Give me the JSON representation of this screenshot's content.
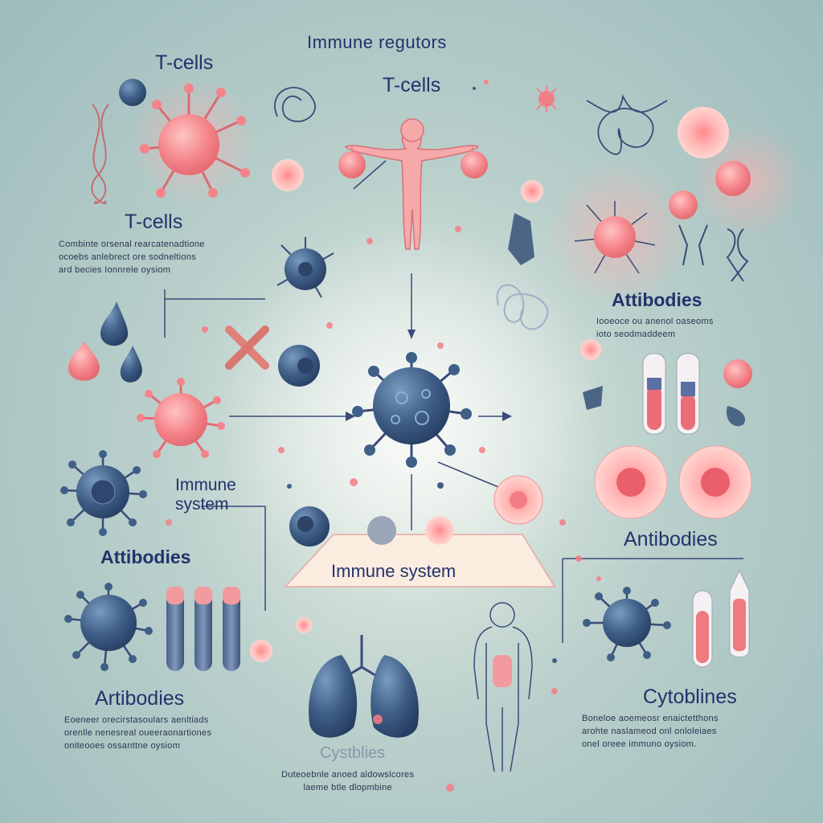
{
  "title": "Immune regutors",
  "labels": {
    "tcells_top_left": "T-cells",
    "tcells_top_center": "T-cells",
    "tcells_left": "T-cells",
    "immune_system_left": "Immune\nsystem",
    "attibodies_left": "Attibodies",
    "artibodies_bottom_left": "Artibodies",
    "attibodies_right": "Attibodies",
    "antibodies_right": "Antibodies",
    "cytoblines_right": "Cytoblines",
    "immune_system_center": "Immune system",
    "cytoblies_bottom_center": "Cystblies"
  },
  "descriptions": {
    "tcells_left": [
      "Combinte orsenal rearcatenadtione",
      "ocoebs anlebrect ore sodneltions",
      "ard becies Ionnrele oysiom"
    ],
    "attibodies_right": [
      "Iooeoce ou anenol oaseoms",
      "ioto seodmaddeem"
    ],
    "artibodies_bottom_left": [
      "Eoeneer orecirstasoulars aenltiads",
      "orenlle nenesreal oueeraonartiones",
      "oniteooes ossanttne oysiom"
    ],
    "cytoblines_right": [
      "Boneloe aoemeosr enaictetthons",
      "arohte naslameod onl onloleiaes",
      "onel oreee immuno oysiom."
    ],
    "cystblies_bottom_center": [
      "Duteoebnle anoed aldowslcores",
      "laeme btle dlopmbine"
    ]
  },
  "colors": {
    "background": "#a9c6c4",
    "navy_cell": "#3f5f88",
    "pink_cell": "#f07b7f",
    "text": "#22336b",
    "line": "#3b4a78"
  }
}
